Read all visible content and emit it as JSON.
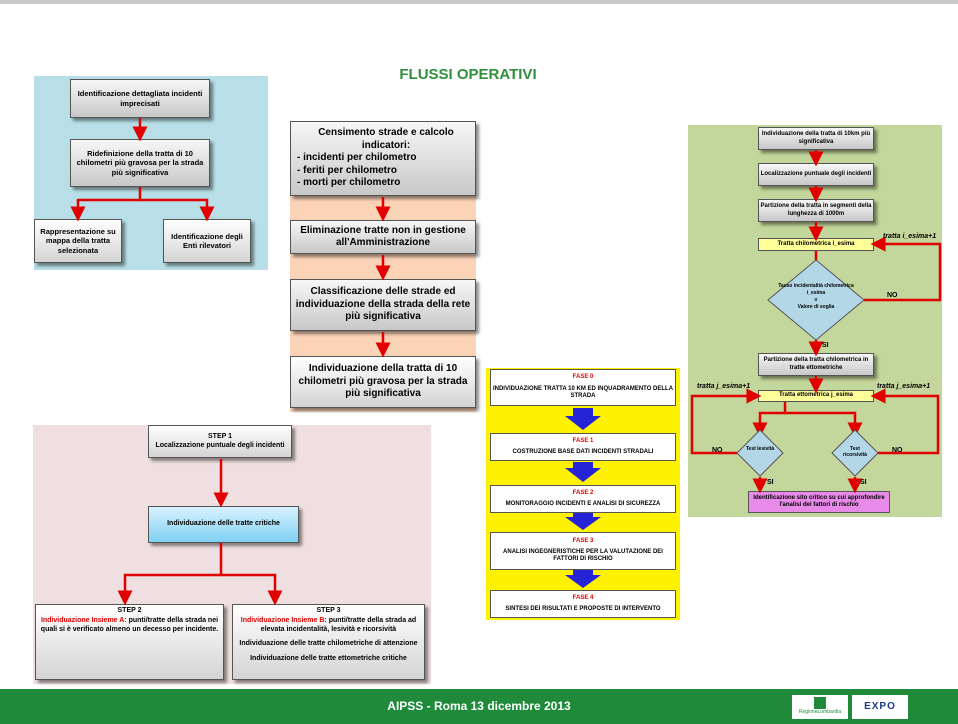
{
  "title": "FLUSSI OPERATIVI",
  "footer": "AIPSS - Roma 13 dicembre 2013",
  "logos": {
    "regione": "RegioneLombardia",
    "expo": "EXPO"
  },
  "flow_left": {
    "box1": "Identificazione dettagliata incidenti imprecisati",
    "box2": "Ridefinizione della tratta di 10 chilometri più gravosa per la strada più significativa",
    "box3": "Rappresentazione su mappa della tratta selezionata",
    "box4": "Identificazione degli Enti rilevatori"
  },
  "flow_center": {
    "box1_head": "Censimento strade e calcolo indicatori:",
    "box1_items": [
      "- incidenti per chilometro",
      "- feriti per chilometro",
      "- morti per chilometro"
    ],
    "box2": "Eliminazione tratte non in gestione all'Amministrazione",
    "box3": "Classificazione delle strade ed individuazione della strada della rete più significativa",
    "box4": "Individuazione della tratta di 10 chilometri più gravosa per la strada più significativa"
  },
  "flow_steps": {
    "step1_title": "STEP 1",
    "step1_text": "Localizzazione puntuale degli incidenti",
    "mid": "Individuazione delle tratte critiche",
    "step2_title": "STEP 2",
    "step2_red": "Individuazione Insieme A:",
    "step2_text": " punti/tratte della strada nei quali si è verificato almeno un decesso per incidente.",
    "step3_title": "STEP 3",
    "step3_red": "Individuazione Insieme B:",
    "step3_text": " punti/tratte della strada ad elevata incidentalità, lesività e ricorsività",
    "step3_line2": "Individuazione delle tratte chilometriche di attenzione",
    "step3_line3": "Individuazione delle tratte ettometriche critiche"
  },
  "flow_phases": [
    {
      "fase": "FASE 0",
      "text": "INDIVIDUAZIONE TRATTA 10 KM ED INQUADRAMENTO DELLA STRADA"
    },
    {
      "fase": "FASE 1",
      "text": "COSTRUZIONE BASE DATI INCIDENTI STRADALI"
    },
    {
      "fase": "FASE 2",
      "text": "MONITORAGGIO INCIDENTI E ANALISI DI SICUREZZA"
    },
    {
      "fase": "FASE 3",
      "text": "ANALISI INGEGNERISTICHE PER LA VALUTAZIONE DEI FATTORI DI RISCHIO"
    },
    {
      "fase": "FASE 4",
      "text": "SINTESI DEI RISULTATI E PROPOSTE DI INTERVENTO"
    }
  ],
  "flow_right": {
    "b1": "Individuazione della tratta di 10km più significativa",
    "b2": "Localizzazione puntuale degli incidenti",
    "b3": "Partizione della tratta in segmenti della lunghezza di 1000m",
    "b4": "Tratta chilometrica i_esima",
    "d1_a": "Tasso incidentalità chilometrica i_esima",
    "d1_b": "≥",
    "d1_c": "Valore di soglia",
    "b5": "Partizione della tratta chilometrica in tratte ettometriche",
    "b6": "Tratta ettometrica j_esima",
    "d2": "Test lesività",
    "d3": "Test ricorsività",
    "b7": "Identificazione sito critico su cui approfondire l'analisi dei fattori di rischio",
    "loop_i": "tratta i_esima+1",
    "loop_j_left": "tratta j_esima+1",
    "loop_j_right": "tratta j_esima+1",
    "no1": "NO",
    "si1": "SI",
    "no2": "NO",
    "no3": "NO",
    "si2": "SI",
    "si3": "SI"
  }
}
